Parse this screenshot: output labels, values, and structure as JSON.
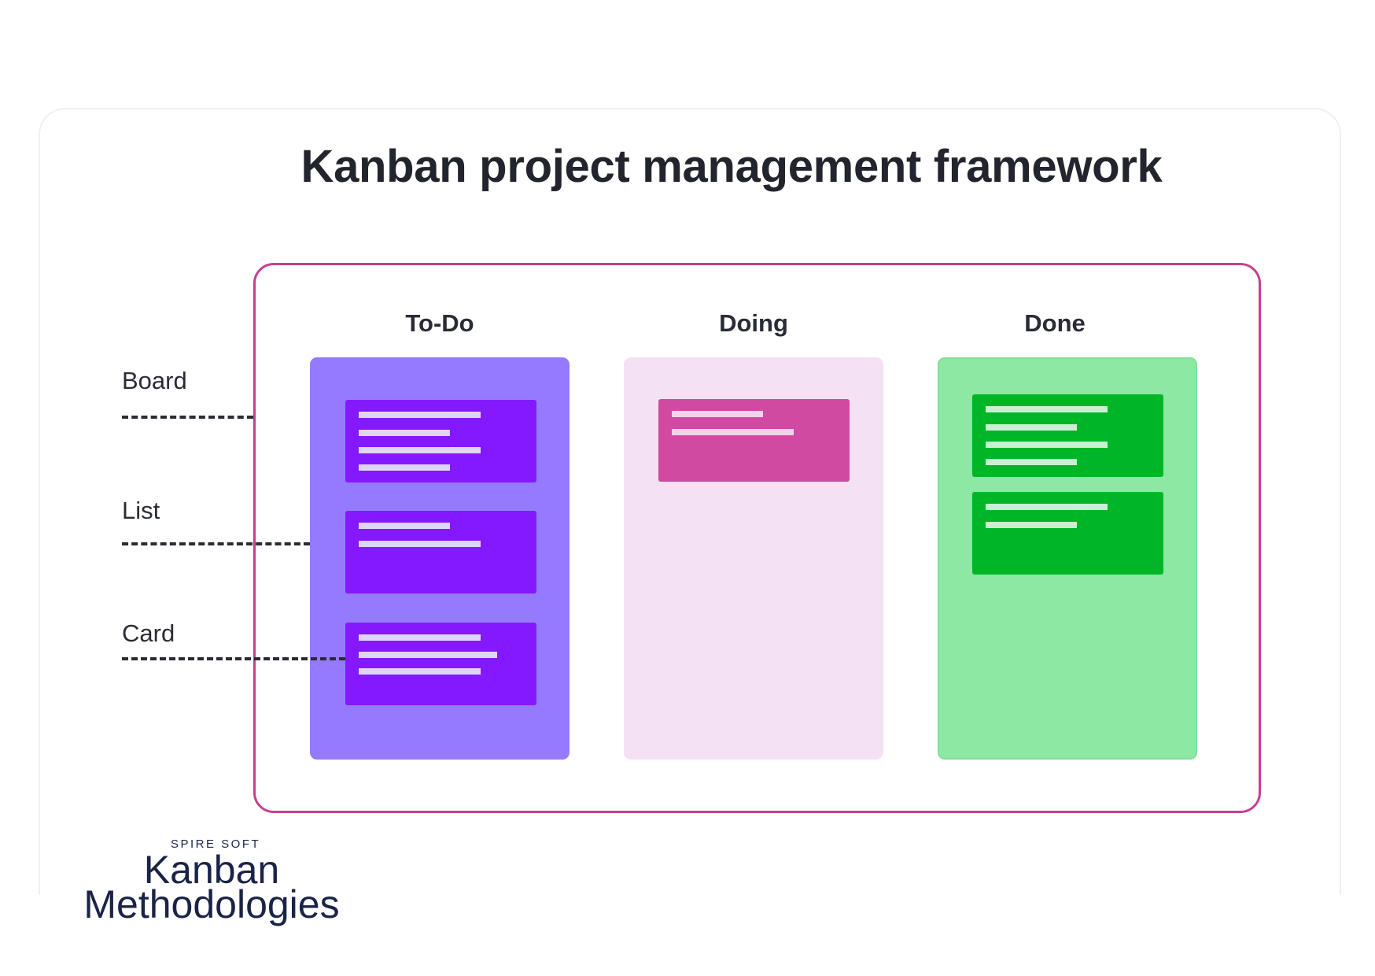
{
  "title": "Kanban project management framework",
  "labels": {
    "board": "Board",
    "list": "List",
    "card": "Card"
  },
  "lists": [
    {
      "title": "To-Do",
      "card_count": 3,
      "color": "#957aff",
      "card_color": "#8419ff"
    },
    {
      "title": "Doing",
      "card_count": 1,
      "color": "#f5e1f4",
      "card_color": "#cf4aa0"
    },
    {
      "title": "Done",
      "card_count": 2,
      "color": "#8de8a3",
      "card_color": "#00b627"
    }
  ],
  "colors": {
    "board_border": "#c7408f",
    "text": "#2a2c35",
    "card_line": "#ddd6f5"
  },
  "brand": {
    "eyebrow": "SPIRE SOFT",
    "line1": "Kanban",
    "line2": "Methodologies"
  }
}
